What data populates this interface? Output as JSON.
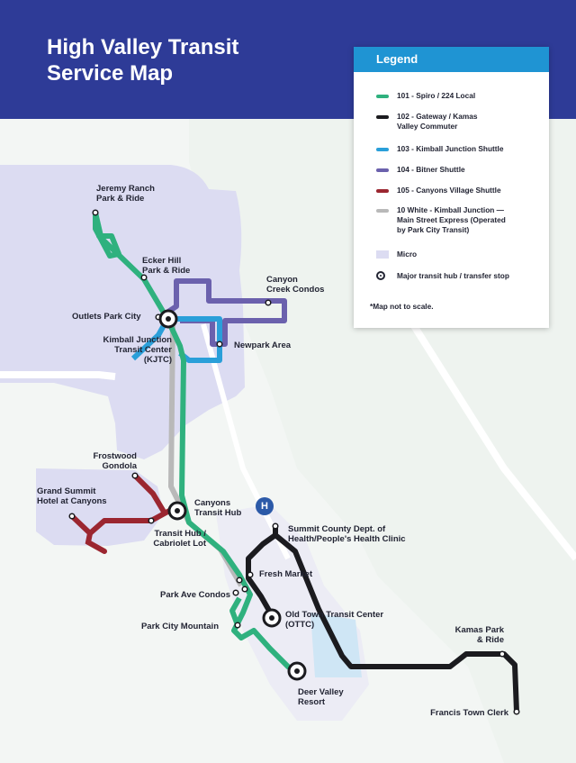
{
  "title": {
    "line1": "High Valley Transit",
    "line2": "Service Map"
  },
  "colors": {
    "header_bg": "#2e3b97",
    "route_101": "#2fb17e",
    "route_102": "#1b1b1f",
    "route_103": "#2a9fd9",
    "route_104": "#6b61ad",
    "route_105": "#9b2630",
    "route_10_white": "#b9b9b9",
    "micro": "#dcdcf2"
  },
  "legend": {
    "heading": "Legend",
    "items": [
      {
        "lines": [
          "101 - Spiro / 224 Local"
        ],
        "swatch": "route_101"
      },
      {
        "lines": [
          "102 - Gateway / Kamas",
          "Valley Commuter"
        ],
        "swatch": "route_102"
      },
      {
        "lines": [
          "103 - Kimball Junction Shuttle"
        ],
        "swatch": "route_103"
      },
      {
        "lines": [
          "104 - Bitner Shuttle"
        ],
        "swatch": "route_104"
      },
      {
        "lines": [
          "105 - Canyons Village Shuttle"
        ],
        "swatch": "route_105"
      },
      {
        "lines": [
          "10 White - Kimball Junction —",
          "Main Street Express (Operated",
          "by Park City Transit)"
        ],
        "swatch": "route_10_white"
      },
      {
        "lines": [
          "Micro"
        ],
        "swatch": "micro"
      },
      {
        "lines": [
          "Major transit hub / transfer stop"
        ],
        "swatch": "hub-icon"
      }
    ],
    "note": "*Map not to scale."
  },
  "hospital_badge": "H",
  "stops": {
    "jeremy_ranch": [
      "Jeremy Ranch",
      "Park & Ride"
    ],
    "ecker_hill": [
      "Ecker Hill",
      "Park & Ride"
    ],
    "canyon_creek": [
      "Canyon",
      "Creek Condos"
    ],
    "outlets_park_city": [
      "Outlets Park City"
    ],
    "newpark_area": [
      "Newpark Area"
    ],
    "kimball_junction": [
      "Kimball Junction",
      "Transit Center",
      "(KJTC)"
    ],
    "frostwood": [
      "Frostwood",
      "Gondola"
    ],
    "grand_summit": [
      "Grand Summit",
      "Hotel at Canyons"
    ],
    "canyons_transit_hub": [
      "Canyons",
      "Transit Hub"
    ],
    "transit_hub_cabriolet": [
      "Transit Hub /",
      "Cabriolet Lot"
    ],
    "summit_county": [
      "Summit County Dept. of",
      "Health/People's Health Clinic"
    ],
    "fresh_market": [
      "Fresh Market"
    ],
    "park_ave_condos": [
      "Park Ave Condos"
    ],
    "old_town": [
      "Old Town Transit Center",
      "(OTTC)"
    ],
    "park_city_mountain": [
      "Park City Mountain"
    ],
    "kamas_park_ride": [
      "Kamas Park",
      "& Ride"
    ],
    "deer_valley": [
      "Deer Valley",
      "Resort"
    ],
    "francis_town_clerk": [
      "Francis Town Clerk"
    ]
  }
}
